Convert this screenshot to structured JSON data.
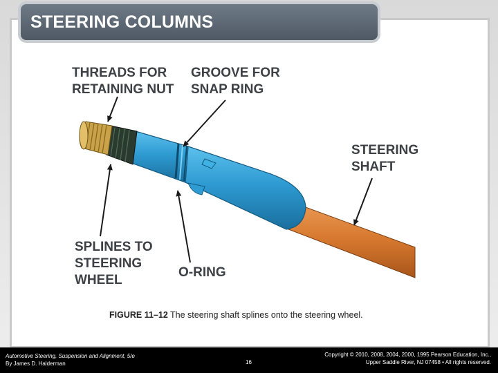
{
  "slide": {
    "title": "STEERING COLUMNS"
  },
  "diagram": {
    "labels": {
      "threads": "THREADS FOR\nRETAINING NUT",
      "groove": "GROOVE FOR\nSNAP RING",
      "shaft": "STEERING\nSHAFT",
      "splines": "SPLINES TO\nSTEERING\nWHEEL",
      "oring": "O-RING"
    },
    "colors": {
      "shaft_blue": "#2e9bd2",
      "shaft_orange": "#d6782e",
      "threads": "#c9a24a",
      "label_text": "#3d4146"
    }
  },
  "caption": {
    "figure": "FIGURE 11–12",
    "text": " The steering shaft splines onto the steering wheel."
  },
  "footer": {
    "book_title": "Automotive Steering, Suspension and Alignment, 5/e",
    "author": "By James D. Halderman",
    "page_number": "16",
    "copyright_line1": "Copyright © 2010, 2008, 2004, 2000, 1995 Pearson Education, Inc.,",
    "copyright_line2": "Upper Saddle River, NJ 07458 • All rights reserved."
  }
}
